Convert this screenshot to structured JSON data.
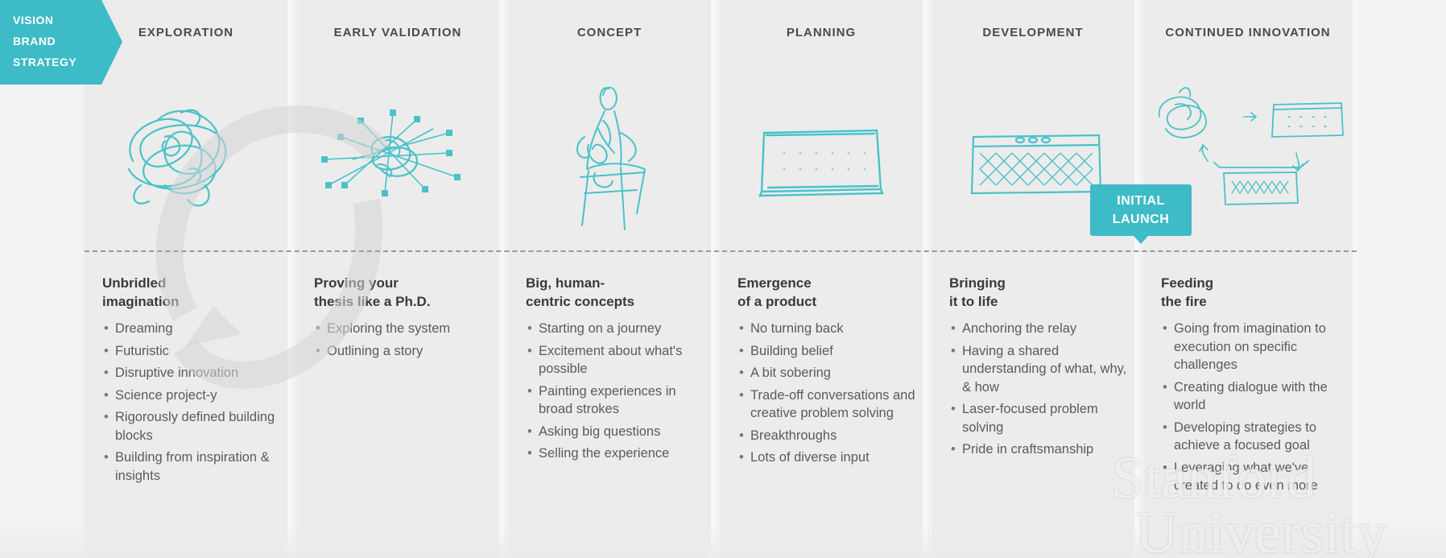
{
  "banner": {
    "lines": [
      "VISION",
      "BRAND",
      "STRATEGY"
    ],
    "color": "#3dbbc7"
  },
  "accent_color": "#3dbbc7",
  "phases": [
    {
      "title": "EXPLORATION",
      "sketch": "scribble-icon",
      "heading": "Unbridled imagination",
      "heading_lines": [
        "Unbridled",
        "imagination"
      ],
      "bullets": [
        "Dreaming",
        "Futuristic",
        "Disruptive innovation",
        "Science project-y",
        "Rigorously defined building blocks",
        "Building from inspiration & insights"
      ]
    },
    {
      "title": "EARLY VALIDATION",
      "sketch": "network-scribble-icon",
      "heading_lines": [
        "Proving your",
        "thesis like a Ph.D."
      ],
      "bullets": [
        "Exploring the system",
        "Outlining a story"
      ]
    },
    {
      "title": "CONCEPT",
      "sketch": "sitting-figure-icon",
      "heading_lines": [
        "Big, human-",
        "centric concepts"
      ],
      "bullets": [
        "Starting on a journey",
        "Excitement about what's possible",
        "Painting experiences in broad strokes",
        "Asking big questions",
        "Selling the experience"
      ]
    },
    {
      "title": "PLANNING",
      "sketch": "speaker-box-icon",
      "heading_lines": [
        "Emergence",
        "of a product"
      ],
      "bullets": [
        "No turning back",
        "Building belief",
        "A bit sobering",
        "Trade-off conversations and creative problem solving",
        "Breakthroughs",
        "Lots of diverse input"
      ]
    },
    {
      "title": "DEVELOPMENT",
      "sketch": "patterned-speaker-icon",
      "heading_lines": [
        "Bringing",
        "it to life"
      ],
      "bullets": [
        "Anchoring the relay",
        "Having a shared understanding of what, why, & how",
        "Laser-focused problem solving",
        "Pride in craftsmanship"
      ]
    },
    {
      "title": "CONTINUED INNOVATION",
      "sketch": "innovation-cycle-icon",
      "heading_lines": [
        "Feeding",
        "the fire"
      ],
      "bullets": [
        "Going from imagination to execution on specific challenges",
        "Creating dialogue with the world",
        "Developing strategies to achieve a focused goal",
        "Leveraging what we've created to do even more"
      ]
    }
  ],
  "launch_badge": {
    "lines": [
      "INITIAL",
      "LAUNCH"
    ]
  },
  "watermark": {
    "line1": "Stanford",
    "line2": "University"
  }
}
